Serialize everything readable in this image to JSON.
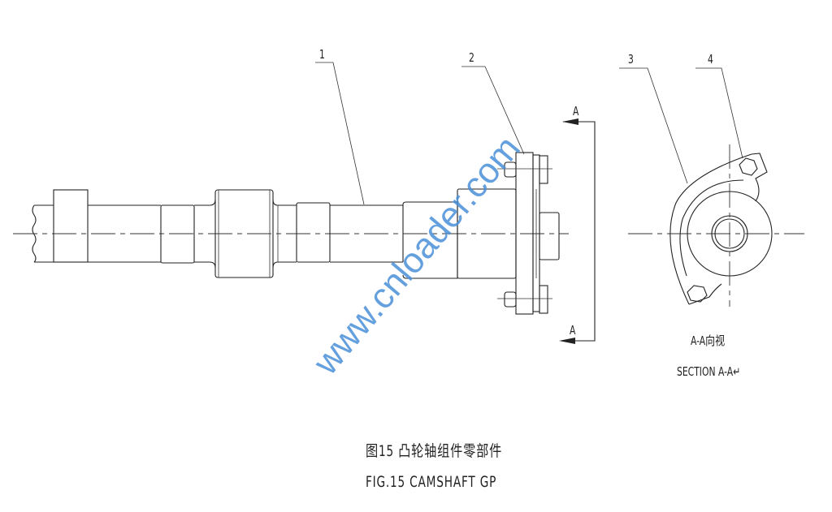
{
  "callouts": [
    "1",
    "2",
    "3",
    "4"
  ],
  "section_marks": {
    "top": "A",
    "bottom": "A"
  },
  "section_view": {
    "label_cn": "A-A向视",
    "label_en": "SECTION  A-A↵"
  },
  "caption": {
    "cn": "图15  凸轮轴组件零部件",
    "en": "FIG.15 CAMSHAFT GP"
  },
  "watermark": "www.cnloader.com",
  "colors": {
    "line": "#222222",
    "watermark": "#4a90d9"
  }
}
